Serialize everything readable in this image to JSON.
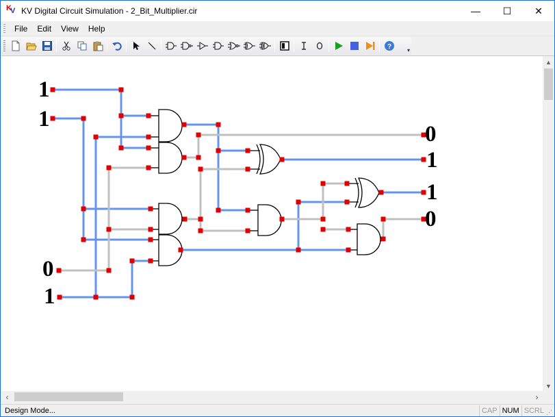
{
  "window": {
    "title": "KV Digital Circuit Simulation - 2_Bit_Multiplier.cir",
    "icon": "kv-app-icon",
    "controls": {
      "minimize": "—",
      "maximize": "☐",
      "close": "✕"
    }
  },
  "menubar": {
    "items": [
      {
        "id": "file",
        "label": "File"
      },
      {
        "id": "edit",
        "label": "Edit"
      },
      {
        "id": "view",
        "label": "View"
      },
      {
        "id": "help",
        "label": "Help"
      }
    ]
  },
  "toolbar": {
    "buttons": [
      "new-file-icon",
      "open-folder-icon",
      "save-icon",
      "cut-icon",
      "copy-icon",
      "paste-icon",
      "undo-icon",
      "select-arrow-icon",
      "wire-line-icon",
      "and-gate-icon",
      "nand-gate-icon",
      "buffer-gate-icon",
      "or-gate-icon",
      "nor-gate-icon",
      "xor-gate-icon",
      "xnor-gate-icon",
      "switch-icon",
      "input-icon",
      "output-icon",
      "run-icon",
      "stop-icon",
      "step-icon",
      "help-icon"
    ]
  },
  "circuit": {
    "inputs": [
      "1",
      "1",
      "0",
      "1"
    ],
    "outputs": [
      "0",
      "1",
      "1",
      "0"
    ]
  },
  "status": {
    "text": "Design Mode...",
    "indicators": [
      {
        "label": "CAP",
        "active": false
      },
      {
        "label": "NUM",
        "active": true
      },
      {
        "label": "SCRL",
        "active": false
      }
    ]
  },
  "colors": {
    "wire_high": "#6495ed",
    "wire_low": "#c0c0c0",
    "node": "#e00000",
    "gate_stroke": "#000000"
  }
}
